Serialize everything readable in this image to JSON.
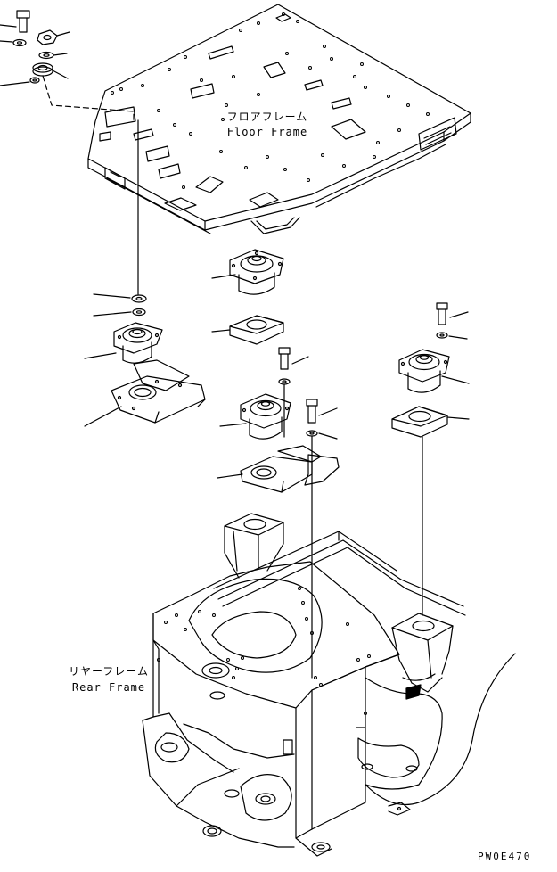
{
  "labels": {
    "floor_frame_jp": "フロアフレーム",
    "floor_frame_en": "Floor Frame",
    "rear_frame_jp": "リヤーフレーム",
    "rear_frame_en": "Rear Frame",
    "drawing_code": "PW0E470"
  },
  "colors": {
    "line": "#000000",
    "background": "#ffffff"
  }
}
